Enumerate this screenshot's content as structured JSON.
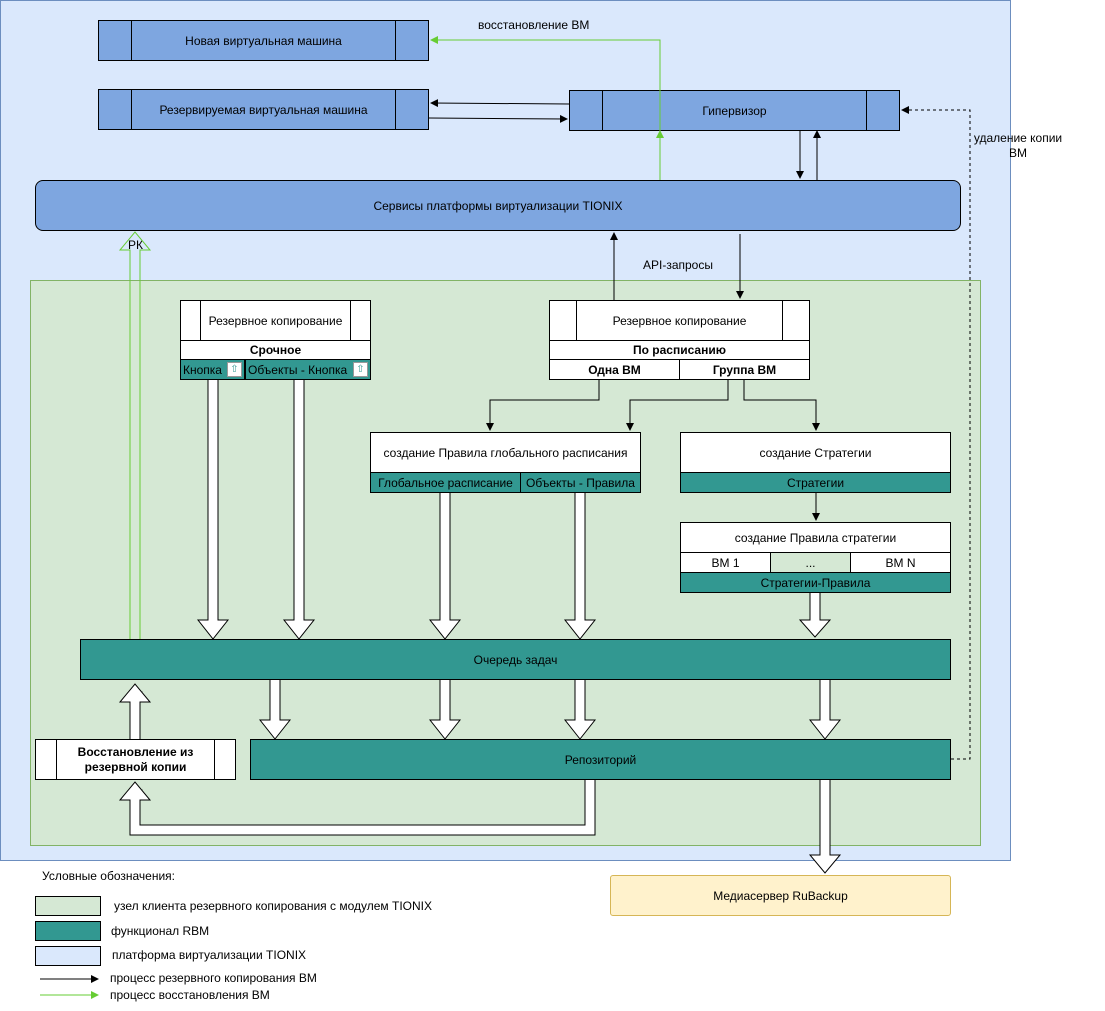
{
  "nodes": {
    "new_vm": "Новая виртуальная машина",
    "backup_vm": "Резервируемая виртуальная машина",
    "hypervisor": "Гипервизор",
    "services": "Сервисы платформы виртуализации TIONIX",
    "backup_manual": "Резервное копирование",
    "manual_sub": "Срочное",
    "btn_button": "Кнопка",
    "btn_objects": "Объекты - Кнопка",
    "backup_sched": "Резервное копирование",
    "sched_sub": "По расписанию",
    "one_vm": "Одна ВМ",
    "group_vm": "Группа ВМ",
    "global_rule": "создание Правила глобального расписания",
    "global_schedule": "Глобальное расписание",
    "objects_rules": "Объекты - Правила",
    "create_strategy": "создание Стратегии",
    "strategy": "Стратегии",
    "strategy_rule": "создание Правила стратегии",
    "vm1": "ВМ 1",
    "ellipsis": "...",
    "vmn": "ВМ N",
    "strategy_rules": "Стратегии-Правила",
    "queue": "Очередь задач",
    "restore": "Восстановление из резервной копии",
    "repository": "Репозиторий",
    "mediaserver": "Медиасервер RuBackup"
  },
  "labels": {
    "restore_vm": "восстановление ВМ",
    "delete_copy": "удаление копии ВМ",
    "api": "API-запросы",
    "rk": "РК"
  },
  "legend": {
    "title": "Условные обозначения:",
    "items": [
      {
        "text": "узел клиента резервного копирования с модулем TIONIX",
        "color": "#d5e8d4"
      },
      {
        "text": "функционал RBM",
        "color": "#329891"
      },
      {
        "text": "платформа виртуализации TIONIX",
        "color": "#dae8fc"
      },
      {
        "text": "процесс резервного копирования ВМ",
        "color": "#000000"
      },
      {
        "text": "процесс восстановления ВМ",
        "color": "#66cc33"
      }
    ]
  }
}
